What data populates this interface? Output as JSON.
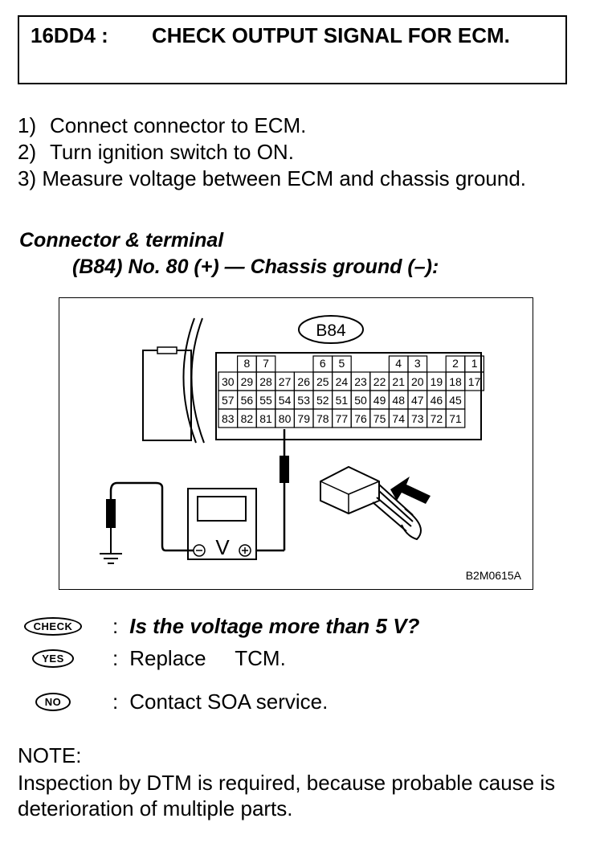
{
  "header": {
    "code": "16DD4 :",
    "title": "CHECK OUTPUT SIGNAL FOR ECM."
  },
  "steps": [
    {
      "num": "1)",
      "text": "Connect connector to ECM."
    },
    {
      "num": "2)",
      "text": "Turn ignition switch to ON."
    },
    {
      "num": "3)",
      "text": "Measure voltage between ECM and chassis ground."
    }
  ],
  "connector_terminal": {
    "label": "Connector & terminal",
    "desc": "(B84) No. 80 (+) — Chassis ground (–):"
  },
  "diagram": {
    "connector_id": "B84",
    "figure_code": "B2M0615A",
    "meter_symbol": "V",
    "top_pins": [
      "8",
      "7",
      "6",
      "5",
      "4",
      "3",
      "2",
      "1"
    ],
    "row1": [
      "30",
      "29",
      "28",
      "27",
      "26",
      "25",
      "24",
      "23",
      "22",
      "21",
      "20",
      "19",
      "18",
      "17"
    ],
    "row2": [
      "57",
      "56",
      "55",
      "54",
      "53",
      "52",
      "51",
      "50",
      "49",
      "48",
      "47",
      "46",
      "45"
    ],
    "row3": [
      "83",
      "82",
      "81",
      "80",
      "79",
      "78",
      "77",
      "76",
      "75",
      "74",
      "73",
      "72",
      "71"
    ]
  },
  "answers": [
    {
      "tag": "CHECK",
      "colon": ":",
      "text": "Is the voltage more than 5 V?"
    },
    {
      "tag": "YES",
      "colon": ":",
      "text": "Replace     TCM."
    },
    {
      "tag": "NO",
      "colon": ":",
      "text": "Contact SOA service."
    }
  ],
  "note": {
    "heading": "NOTE:",
    "body": "Inspection by DTM is required, because probable cause is deterioration of multiple parts."
  }
}
